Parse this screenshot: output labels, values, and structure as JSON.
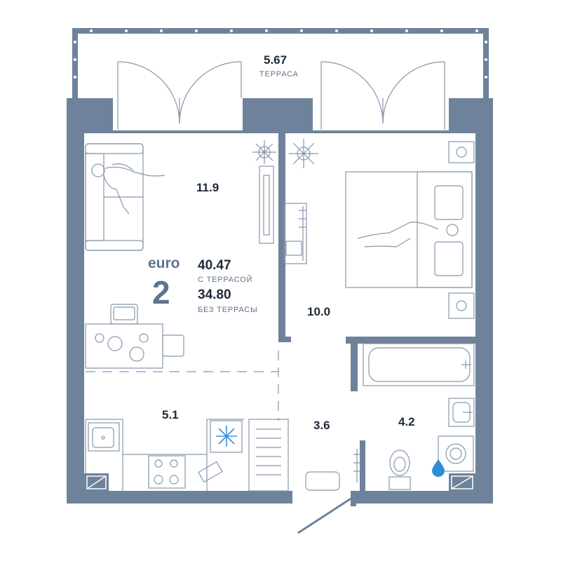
{
  "plan": {
    "terrace": {
      "area": "5.67",
      "label": "ТЕРРАСА"
    },
    "rooms": {
      "living": "11.9",
      "bedroom": "10.0",
      "kitchen": "5.1",
      "hall": "3.6",
      "bathroom": "4.2"
    },
    "apartment": {
      "type": "euro",
      "rooms_count": "2",
      "area_with_terrace": "40.47",
      "with_terrace_label": "С ТЕРРАСОЙ",
      "area_without_terrace": "34.80",
      "without_terrace_label": "БЕЗ ТЕРРАСЫ"
    },
    "colors": {
      "wall": "#6e829c",
      "line": "#8796aa",
      "text": "#1e2a39",
      "accent": "#5e738d",
      "water": "#2c8fd6",
      "snowflake": "#3a8fd8"
    },
    "icons": [
      "sofa-icon",
      "person-icon",
      "tv-icon",
      "plant-icon",
      "bed-icon",
      "washbasin-icon",
      "bathtub-icon",
      "toilet-icon",
      "washing-machine-icon",
      "sink-icon",
      "stove-icon",
      "fridge-icon",
      "dining-table-icon",
      "armchair-icon",
      "radiator-icon",
      "water-drop-icon"
    ]
  }
}
